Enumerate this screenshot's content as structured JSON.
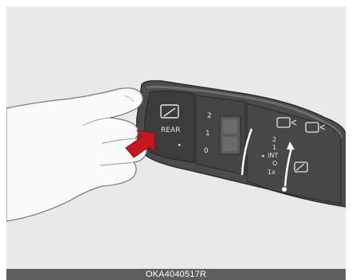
{
  "figure": {
    "caption": "OKA4040517R",
    "labels": {
      "rear": "REAR",
      "rear_speed_2": "2",
      "rear_speed_1": "1",
      "rear_speed_0": "0",
      "front_2": "2",
      "front_1": "1",
      "front_int": "INT",
      "front_0": "O",
      "front_1x": "1x"
    },
    "icons": [
      "hand-icon",
      "push-arrow-icon",
      "rear-wiper-icon",
      "front-wiper-icon",
      "washer-icon",
      "rear-washer-icon"
    ],
    "colors": {
      "arrow": "#c8171e",
      "stalk": "#4a4a4a",
      "background": "#e9e9e9",
      "caption_bar": "#5e5e5e"
    }
  }
}
